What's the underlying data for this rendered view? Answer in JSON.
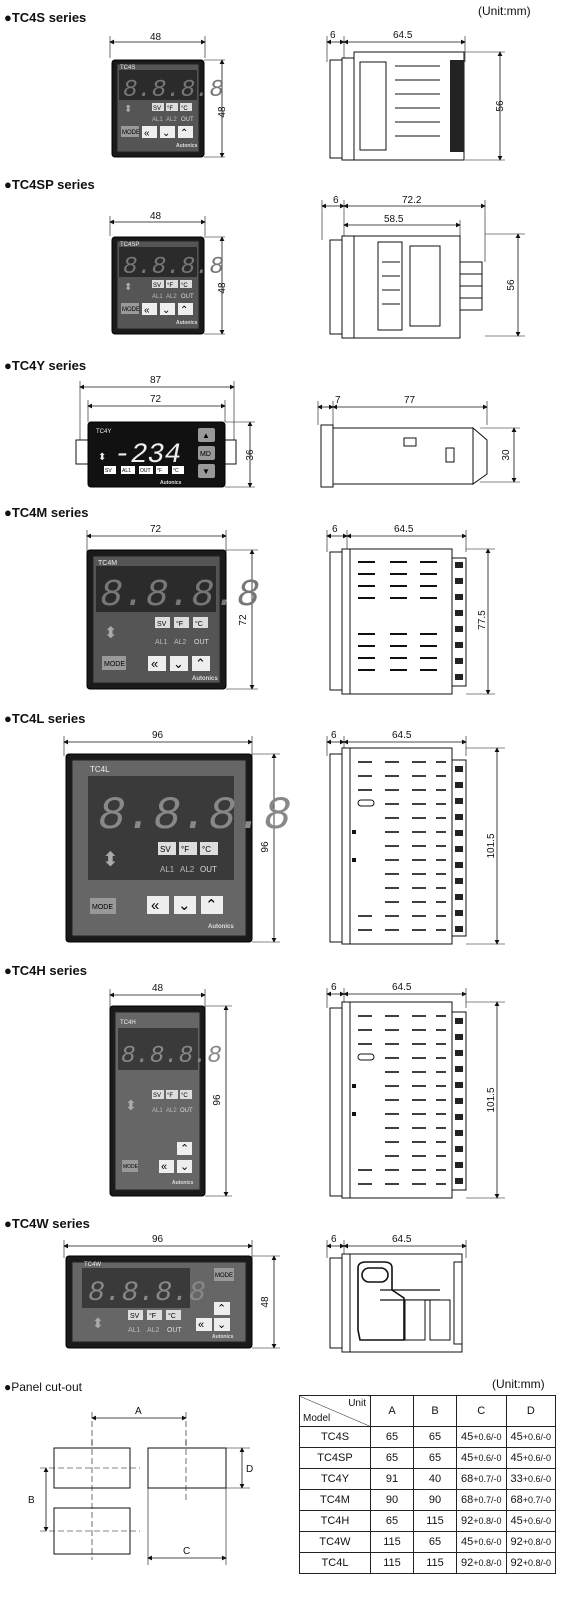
{
  "unit_label": "(Unit:mm)",
  "series": [
    {
      "id": "tc4s",
      "title": "●TC4S series",
      "face_label": "TC4S",
      "front": {
        "w": "48",
        "h": "48"
      },
      "side": {
        "a": "6",
        "b": "64.5",
        "h": "56"
      }
    },
    {
      "id": "tc4sp",
      "title": "●TC4SP series",
      "face_label": "TC4SP",
      "front": {
        "w": "48",
        "h": "48"
      },
      "side": {
        "a": "6",
        "b": "72.2",
        "c": "58.5",
        "h": "56"
      }
    },
    {
      "id": "tc4y",
      "title": "●TC4Y series",
      "face_label": "TC4Y",
      "front": {
        "w_outer": "87",
        "w": "72",
        "h": "36"
      },
      "side": {
        "a": "7",
        "b": "77",
        "h": "30"
      }
    },
    {
      "id": "tc4m",
      "title": "●TC4M series",
      "face_label": "TC4M",
      "front": {
        "w": "72",
        "h": "72"
      },
      "side": {
        "a": "6",
        "b": "64.5",
        "h": "77.5"
      }
    },
    {
      "id": "tc4l",
      "title": "●TC4L series",
      "face_label": "TC4L",
      "front": {
        "w": "96",
        "h": "96"
      },
      "side": {
        "a": "6",
        "b": "64.5",
        "h": "101.5"
      }
    },
    {
      "id": "tc4h",
      "title": "●TC4H series",
      "face_label": "TC4H",
      "front": {
        "w": "48",
        "h": "96"
      },
      "side": {
        "a": "6",
        "b": "64.5",
        "h": "101.5"
      }
    },
    {
      "id": "tc4w",
      "title": "●TC4W series",
      "face_label": "TC4W",
      "front": {
        "w": "96",
        "h": "48"
      },
      "side": {
        "a": "6",
        "b": "64.5"
      }
    }
  ],
  "display": {
    "digits": "8.8.8.8",
    "tc4y_digits": "-234",
    "sv": "SV",
    "f": "°F",
    "c": "°C",
    "al1": "AL1",
    "al2": "AL2",
    "out": "OUT",
    "mode": "MODE",
    "md": "MD",
    "brand": "Autonics"
  },
  "panel_cutout": {
    "title": "●Panel cut-out",
    "unit_label": "(Unit:mm)",
    "labels": {
      "a": "A",
      "b": "B",
      "c": "C",
      "d": "D"
    },
    "table": {
      "corner_unit": "Unit",
      "corner_model": "Model",
      "headers": [
        "A",
        "B",
        "C",
        "D"
      ],
      "rows": [
        {
          "model": "TC4S",
          "a": "65",
          "b": "65",
          "c": "45",
          "c_tol": "+0.6/-0",
          "d": "45",
          "d_tol": "+0.6/-0"
        },
        {
          "model": "TC4SP",
          "a": "65",
          "b": "65",
          "c": "45",
          "c_tol": "+0.6/-0",
          "d": "45",
          "d_tol": "+0.6/-0"
        },
        {
          "model": "TC4Y",
          "a": "91",
          "b": "40",
          "c": "68",
          "c_tol": "+0.7/-0",
          "d": "33",
          "d_tol": "+0.6/-0"
        },
        {
          "model": "TC4M",
          "a": "90",
          "b": "90",
          "c": "68",
          "c_tol": "+0.7/-0",
          "d": "68",
          "d_tol": "+0.7/-0"
        },
        {
          "model": "TC4H",
          "a": "65",
          "b": "115",
          "c": "92",
          "c_tol": "+0.8/-0",
          "d": "45",
          "d_tol": "+0.6/-0"
        },
        {
          "model": "TC4W",
          "a": "115",
          "b": "65",
          "c": "45",
          "c_tol": "+0.6/-0",
          "d": "92",
          "d_tol": "+0.8/-0"
        },
        {
          "model": "TC4L",
          "a": "115",
          "b": "115",
          "c": "92",
          "c_tol": "+0.8/-0",
          "d": "92",
          "d_tol": "+0.8/-0"
        }
      ]
    }
  }
}
